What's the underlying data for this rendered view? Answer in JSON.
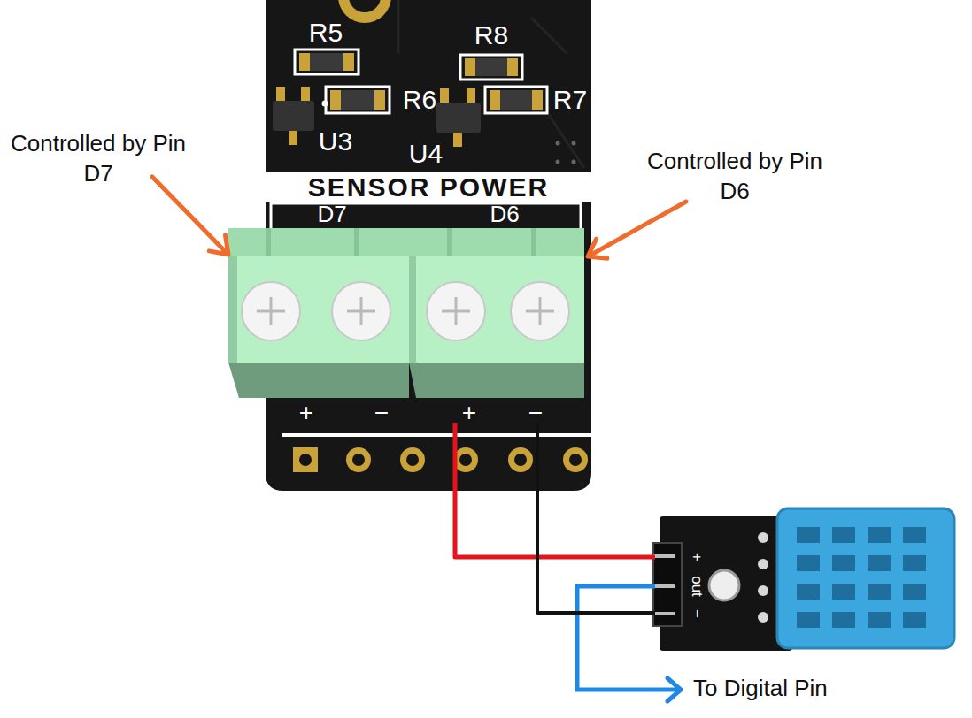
{
  "diagram": {
    "nodes": [
      {
        "text": [
          "SENSOR POWER"
        ]
      },
      {
        "text": [
          "D7"
        ],
        "in": 0
      },
      {
        "text": [
          "D6"
        ],
        "in": 0
      },
      {
        "text": [
          "+",
          "out",
          "−"
        ]
      }
    ],
    "edges": [
      {
        "from": 2,
        "to": 3,
        "arrow": "none"
      },
      {
        "from": 2,
        "to": 3,
        "arrow": "none"
      }
    ],
    "labels": [
      "R5",
      "R8",
      "R6",
      "R7",
      "U3",
      "U4",
      "+",
      "−",
      "+",
      "−",
      "Controlled by Pin D7",
      "Controlled by Pin D6",
      "To Digital Pin"
    ]
  }
}
